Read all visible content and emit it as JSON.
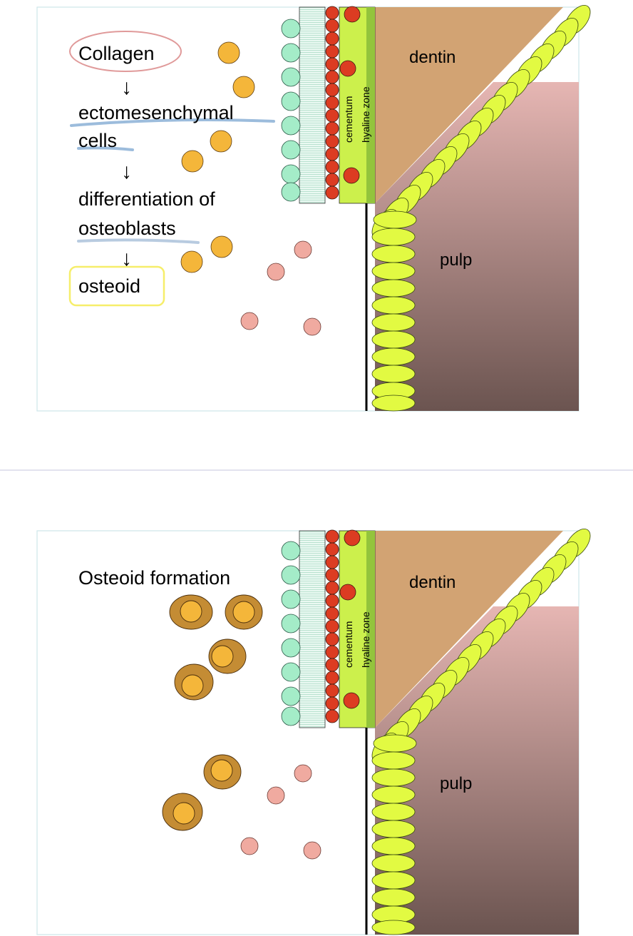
{
  "slide1": {
    "steps": [
      "Collagen",
      "ectomesenchymal",
      "cells",
      "differentiation of",
      "osteoblasts",
      "osteoid"
    ],
    "arrow": "↓",
    "region_labels": {
      "dentin": "dentin",
      "pulp": "pulp",
      "cementum": "cementum",
      "hyaline": "hyaline zone"
    }
  },
  "slide2": {
    "title": "Osteoid formation",
    "region_labels": {
      "dentin": "dentin",
      "pulp": "pulp",
      "cementum": "cementum",
      "hyaline": "hyaline zone"
    }
  },
  "colors": {
    "dentin": "#d2a373",
    "pulp_top": "#e6b6b3",
    "pulp_bottom": "#6b5450",
    "hyaline": "#ccf04c",
    "odontoblast": "#e2fa42",
    "fibroblast": "#a4ecc8",
    "cementoblast": "#dc3c22",
    "osteoblast": "#f4b63a",
    "osteocyte_ring": "#c48c34",
    "pink_cell": "#f0aaa0",
    "collagen_circle": "#e09a9a",
    "underline": "#9cbcdc",
    "osteoid_box": "#f6ee6a"
  }
}
